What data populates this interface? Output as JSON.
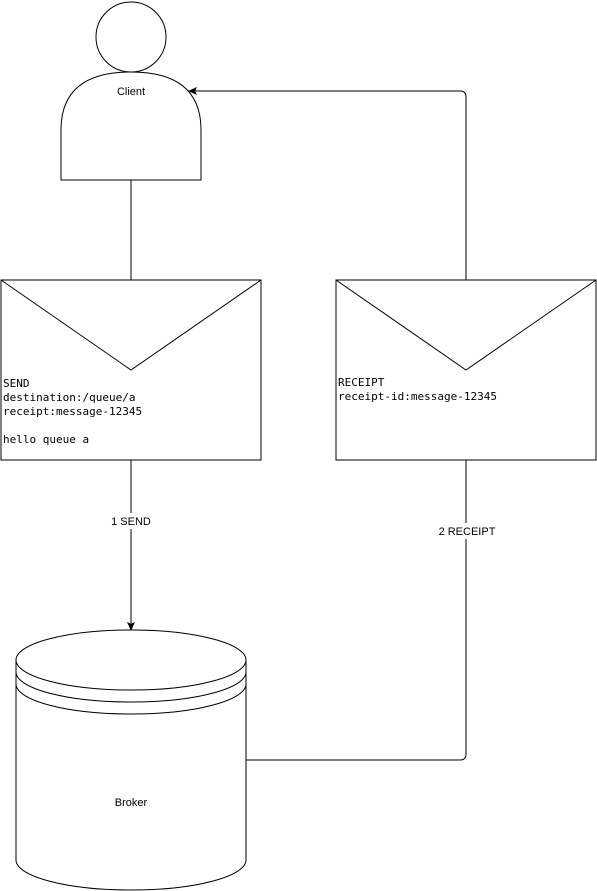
{
  "client": {
    "label": "Client"
  },
  "broker": {
    "label": "Broker"
  },
  "send_frame": {
    "lines": [
      "SEND",
      "destination:/queue/a",
      "receipt:message-12345",
      "",
      "hello queue a"
    ]
  },
  "receipt_frame": {
    "lines": [
      "RECEIPT",
      "receipt-id:message-12345"
    ]
  },
  "edges": {
    "send_label": "1 SEND",
    "receipt_label": "2 RECEIPT"
  }
}
